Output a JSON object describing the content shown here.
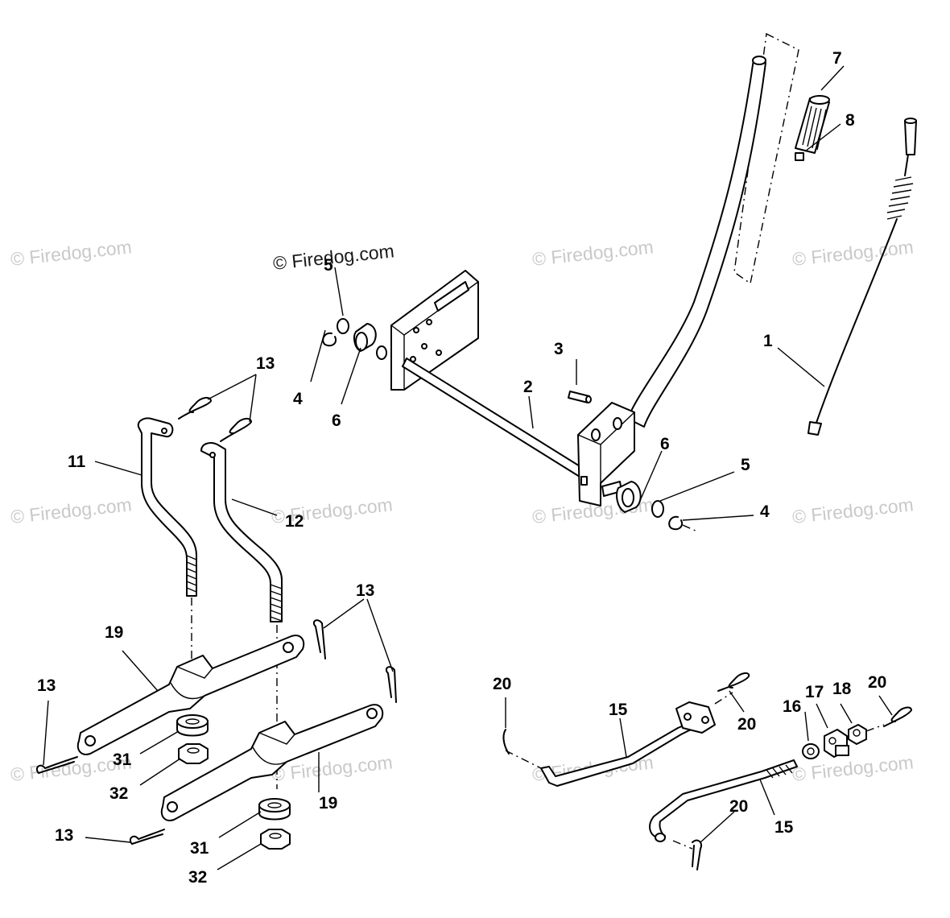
{
  "watermarks": {
    "main": "© Firedog.com",
    "faint": "© Firedog.com"
  },
  "callouts": {
    "c1": "1",
    "c2": "2",
    "c3": "3",
    "c4a": "4",
    "c4b": "4",
    "c5a": "5",
    "c5b": "5",
    "c6a": "6",
    "c6b": "6",
    "c7": "7",
    "c8": "8",
    "c11": "11",
    "c12": "12",
    "c13a": "13",
    "c13b": "13",
    "c13c": "13",
    "c13d": "13",
    "c15a": "15",
    "c15b": "15",
    "c16": "16",
    "c17": "17",
    "c18": "18",
    "c19a": "19",
    "c19b": "19",
    "c20a": "20",
    "c20b": "20",
    "c20c": "20",
    "c20d": "20",
    "c31a": "31",
    "c31b": "31",
    "c32a": "32",
    "c32b": "32"
  }
}
